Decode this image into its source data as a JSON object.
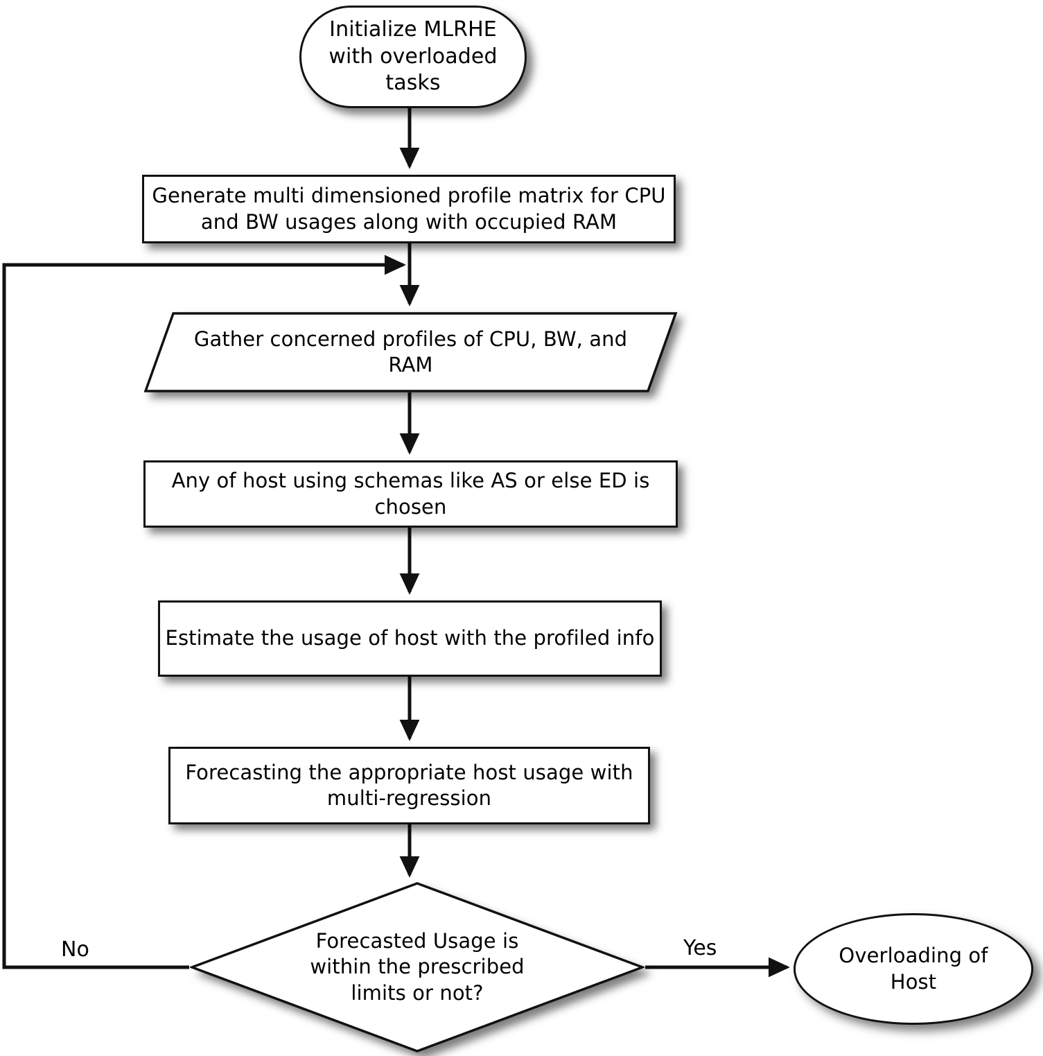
{
  "diagram": {
    "type": "flowchart",
    "title": "MLRHE host overload forecasting flowchart",
    "orientation": "top-to-bottom",
    "background_color": "#ffffff",
    "line_color": "#111111",
    "text_color": "#000000",
    "nodes": [
      {
        "id": "start",
        "shape": "stadium",
        "label": "Initialize MLRHE\nwith overloaded\ntasks"
      },
      {
        "id": "generate-profile-matrix",
        "shape": "rectangle",
        "label": "Generate multi dimensioned profile matrix for CPU\nand BW usages along with occupied RAM"
      },
      {
        "id": "gather-profiles",
        "shape": "parallelogram",
        "label": "Gather concerned profiles of CPU, BW, and\nRAM"
      },
      {
        "id": "choose-host-schema",
        "shape": "rectangle",
        "label": "Any of host using schemas like AS or else ED is\nchosen"
      },
      {
        "id": "estimate-usage",
        "shape": "rectangle",
        "label": "Estimate the usage of host with the profiled info"
      },
      {
        "id": "forecast-usage",
        "shape": "rectangle",
        "label": "Forecasting the appropriate host usage with\nmulti-regression"
      },
      {
        "id": "decision-within-limits",
        "shape": "diamond",
        "label": "Forecasted Usage is\nwithin the prescribed\nlimits or not?"
      },
      {
        "id": "overloading-of-host",
        "shape": "ellipse",
        "label": "Overloading of\nHost"
      }
    ],
    "edges": [
      {
        "id": "e1",
        "from": "start",
        "to": "generate-profile-matrix",
        "label": ""
      },
      {
        "id": "e2",
        "from": "generate-profile-matrix",
        "to": "gather-profiles",
        "label": ""
      },
      {
        "id": "e3",
        "from": "gather-profiles",
        "to": "choose-host-schema",
        "label": ""
      },
      {
        "id": "e4",
        "from": "choose-host-schema",
        "to": "estimate-usage",
        "label": ""
      },
      {
        "id": "e5",
        "from": "estimate-usage",
        "to": "forecast-usage",
        "label": ""
      },
      {
        "id": "e6",
        "from": "forecast-usage",
        "to": "decision-within-limits",
        "label": ""
      },
      {
        "id": "e7",
        "from": "decision-within-limits",
        "to": "overloading-of-host",
        "label": "Yes"
      },
      {
        "id": "e8",
        "from": "decision-within-limits",
        "to": "gather-profiles",
        "label": "No"
      }
    ],
    "edge_labels": {
      "no": "No",
      "yes": "Yes"
    }
  }
}
